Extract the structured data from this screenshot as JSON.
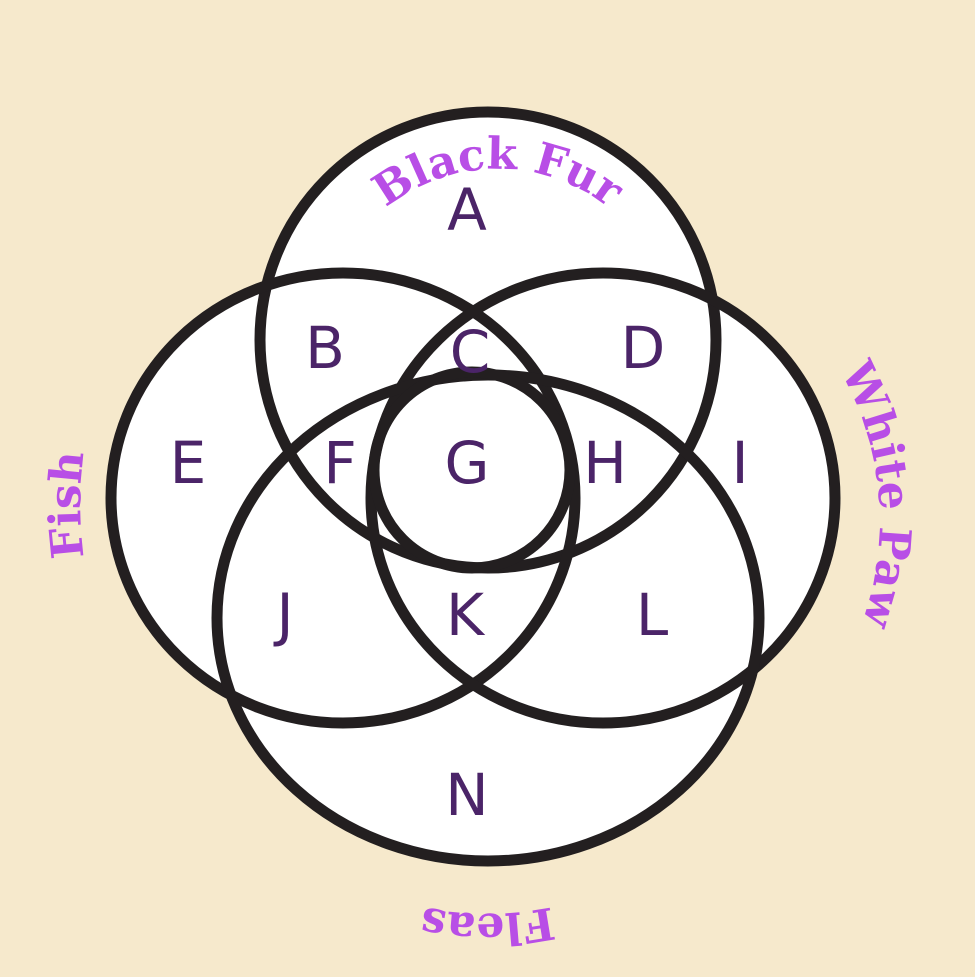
{
  "diagram": {
    "sets": [
      {
        "id": "black-fur",
        "label": "Black Fur"
      },
      {
        "id": "fish",
        "label": "Fish"
      },
      {
        "id": "white-paw",
        "label": "White Paw"
      },
      {
        "id": "fleas",
        "label": "Fleas"
      }
    ],
    "regions": [
      {
        "id": "A",
        "label": "A",
        "sets": [
          "black-fur"
        ]
      },
      {
        "id": "B",
        "label": "B",
        "sets": [
          "black-fur",
          "fish"
        ]
      },
      {
        "id": "C",
        "label": "C",
        "sets": [
          "black-fur",
          "fish",
          "white-paw"
        ]
      },
      {
        "id": "D",
        "label": "D",
        "sets": [
          "black-fur",
          "white-paw"
        ]
      },
      {
        "id": "E",
        "label": "E",
        "sets": [
          "fish"
        ]
      },
      {
        "id": "F",
        "label": "F",
        "sets": [
          "black-fur",
          "fish",
          "fleas"
        ]
      },
      {
        "id": "G",
        "label": "G",
        "sets": [
          "black-fur",
          "fish",
          "white-paw",
          "fleas"
        ]
      },
      {
        "id": "H",
        "label": "H",
        "sets": [
          "black-fur",
          "white-paw",
          "fleas"
        ]
      },
      {
        "id": "I",
        "label": "I",
        "sets": [
          "white-paw"
        ]
      },
      {
        "id": "J",
        "label": "J",
        "sets": [
          "fish",
          "fleas"
        ]
      },
      {
        "id": "K",
        "label": "K",
        "sets": [
          "fish",
          "white-paw",
          "fleas"
        ]
      },
      {
        "id": "L",
        "label": "L",
        "sets": [
          "white-paw",
          "fleas"
        ]
      },
      {
        "id": "N",
        "label": "N",
        "sets": [
          "fleas"
        ]
      }
    ],
    "colors": {
      "background": "#f6e9cc",
      "circle_fill": "#ffffff",
      "outline": "#231f20",
      "region_text": "#4b2468",
      "set_title": "#b84ee6"
    }
  }
}
